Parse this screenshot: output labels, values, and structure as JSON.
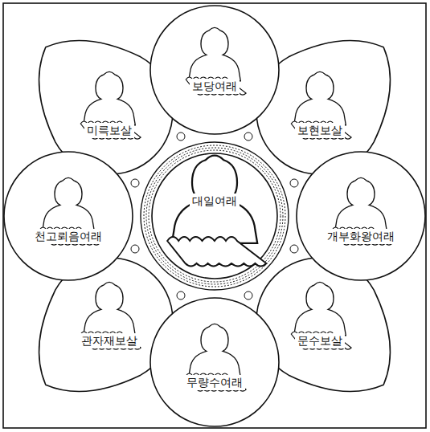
{
  "diagram": {
    "nodes": [
      {
        "text": [
          "보당여래"
        ]
      },
      {
        "text": [
          "미륵보살"
        ]
      },
      {
        "text": [
          "보현보살"
        ]
      },
      {
        "text": [
          "천고뢰음여래"
        ]
      },
      {
        "text": [
          "대일여래"
        ]
      },
      {
        "text": [
          "개부화왕여래"
        ]
      },
      {
        "text": [
          "관자재보살"
        ]
      },
      {
        "text": [
          "문수보살"
        ]
      },
      {
        "text": [
          "무량수여래"
        ]
      }
    ]
  }
}
